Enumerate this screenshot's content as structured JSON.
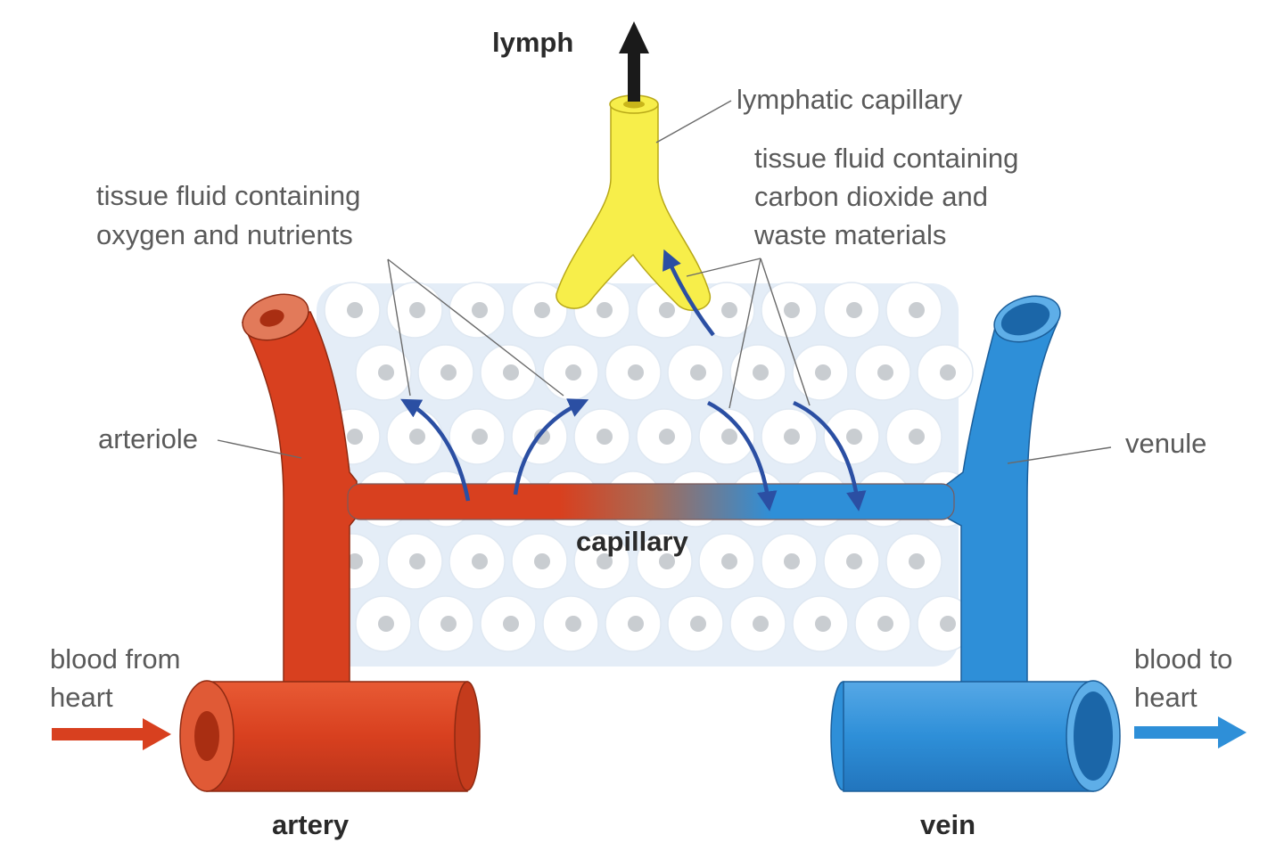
{
  "labels": {
    "lymph": "lymph",
    "lymphatic_capillary": "lymphatic capillary",
    "tissue_fluid_in": [
      "tissue fluid containing",
      "oxygen and nutrients"
    ],
    "tissue_fluid_out": [
      "tissue fluid containing",
      "carbon dioxide and",
      "waste materials"
    ],
    "arteriole": "arteriole",
    "venule": "venule",
    "capillary": "capillary",
    "blood_from_heart": [
      "blood from",
      "heart"
    ],
    "blood_to_heart": [
      "blood to",
      "heart"
    ],
    "artery": "artery",
    "vein": "vein"
  },
  "colors": {
    "artery": "#d8401f",
    "artery_dark": "#a92e12",
    "vein": "#2e8fd8",
    "vein_dark": "#1b66a8",
    "lymphatic": "#f7ee4a",
    "fluid_arrow": "#2b4fa3",
    "tissue_bg": "#e4edf7"
  }
}
